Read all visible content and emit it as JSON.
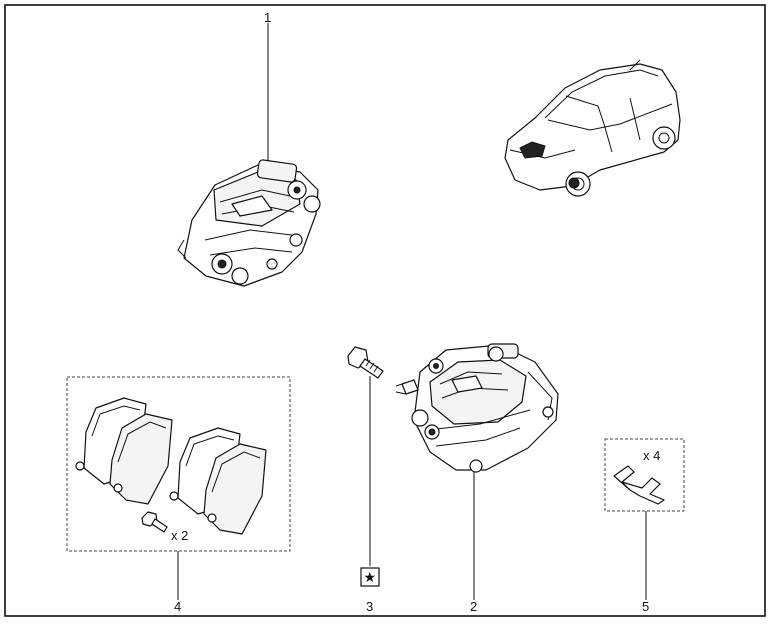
{
  "callouts": {
    "c1": "1",
    "c2": "2",
    "c3": "3",
    "c4": "4",
    "c5": "5"
  },
  "quantities": {
    "pad_screws": "x 2",
    "clips": "x 4"
  },
  "symbols": {
    "star_box": "★"
  },
  "icons": [
    "brake-caliper-icon",
    "brake-caliper-bracket-icon",
    "bolt-icon",
    "brake-pad-icon",
    "spring-clip-icon",
    "car-location-icon"
  ]
}
